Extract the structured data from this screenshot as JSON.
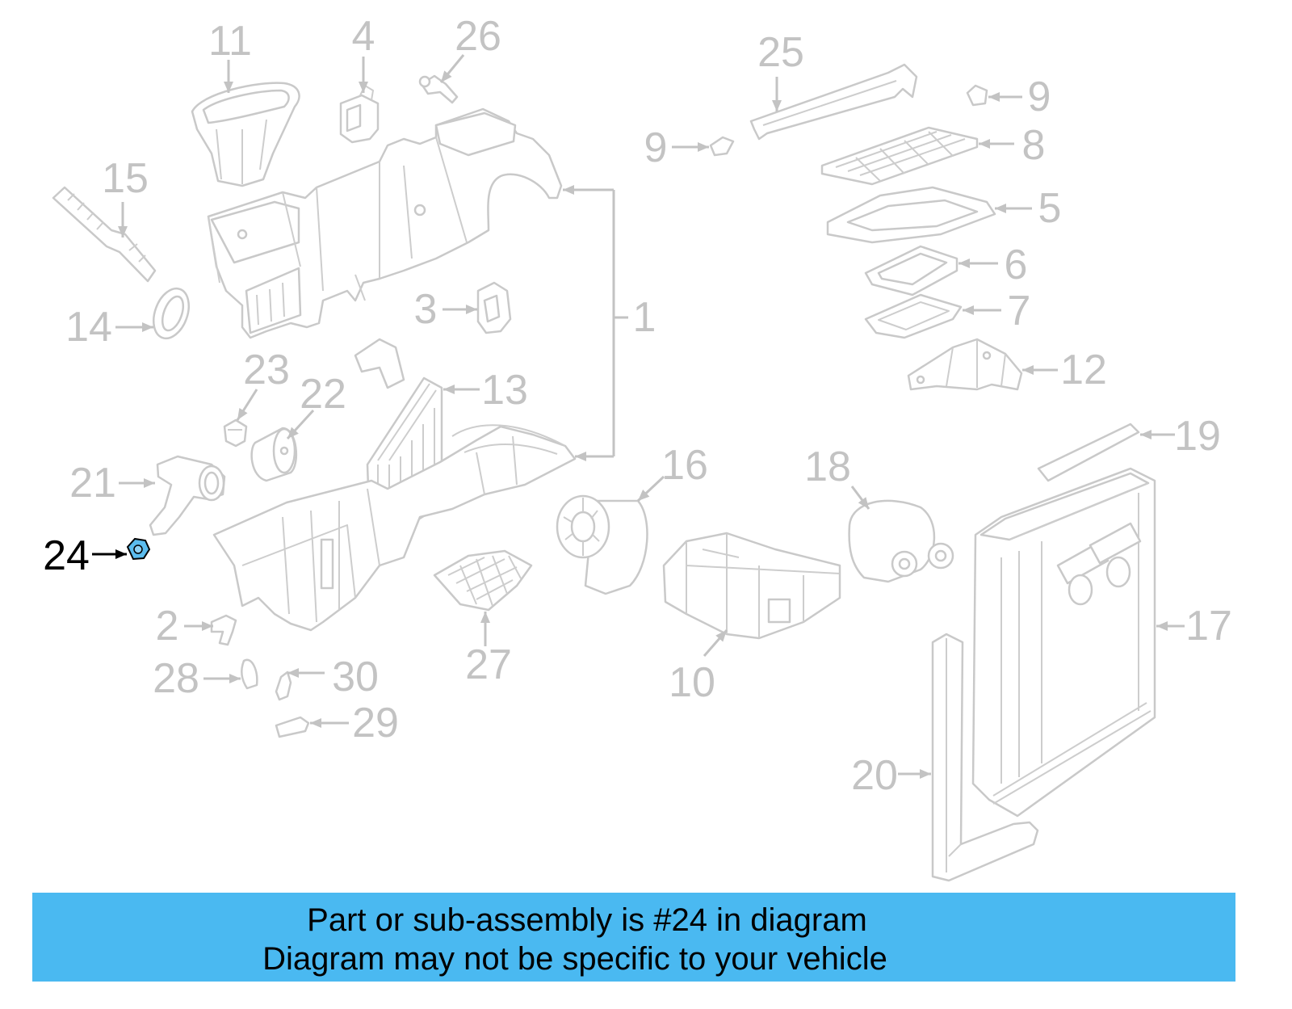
{
  "callouts": [
    "11",
    "4",
    "26",
    "25",
    "9",
    "9",
    "8",
    "5",
    "6",
    "7",
    "12",
    "15",
    "14",
    "3",
    "1",
    "23",
    "22",
    "13",
    "16",
    "18",
    "19",
    "21",
    "24",
    "17",
    "2",
    "28",
    "30",
    "27",
    "10",
    "29",
    "20"
  ],
  "banner": {
    "line1": "Part or sub-assembly is #24 in diagram",
    "line2": "Diagram may not be specific to your vehicle"
  },
  "colors": {
    "line_art": "#c9c9c9",
    "callout_text": "#c3c3c3",
    "highlight_fill": "#5bbcee",
    "highlight_text": "#000000",
    "banner_bg": "#4ab9f1"
  }
}
